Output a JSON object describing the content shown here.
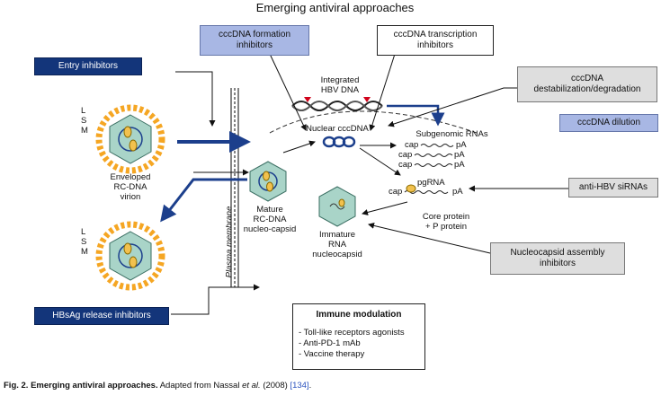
{
  "title": "Emerging antiviral approaches",
  "boxes": {
    "entry": "Entry inhibitors",
    "cccdna_formation": "cccDNA formation inhibitors",
    "cccdna_transcription": "cccDNA transcription inhibitors",
    "cccdna_destab": "cccDNA destabilization/degradation",
    "cccdna_dilution": "cccDNA dilution",
    "sirna": "anti-HBV siRNAs",
    "nucleocapsid_assembly": "Nucleocapsid assembly inhibitors",
    "hbsag_release": "HBsAg release inhibitors"
  },
  "labels": {
    "integrated": "Integrated\nHBV DNA",
    "nuclear_cccdna": "Nuclear cccDNA",
    "subgenomic": "Subgenomic RNAs",
    "cap": "cap",
    "pa": "pA",
    "pgrna": "pgRNA",
    "core_protein": "Core protein\n+ P protein",
    "enveloped": "Enveloped\nRC-DNA\nvirion",
    "mature": "Mature\nRC-DNA\nnucleo-capsid",
    "immature": "Immature\nRNA\nnucleocapsid",
    "plasma_membrane": "Plasma membrane",
    "l": "L",
    "s": "S",
    "m": "M"
  },
  "immune": {
    "title": "Immune modulation",
    "items": [
      "- Toll-like receptors agonists",
      "- Anti-PD-1 mAb",
      "- Vaccine therapy"
    ]
  },
  "caption": {
    "fig": "Fig. 2.",
    "bold": "Emerging antiviral approaches.",
    "text_a": "Adapted from Nassal",
    "etal": "et al.",
    "text_b": "(2008)",
    "ref": "[134]",
    "end": "."
  },
  "colors": {
    "blue_box": "#13357a",
    "lavender_box": "#a8b7e4",
    "grey_box": "#dedede",
    "capsid_fill": "#a9d4c8",
    "envelope_orange": "#f5a623",
    "arrow_blue": "#1c3f8c",
    "red_marker": "#d0021b"
  }
}
